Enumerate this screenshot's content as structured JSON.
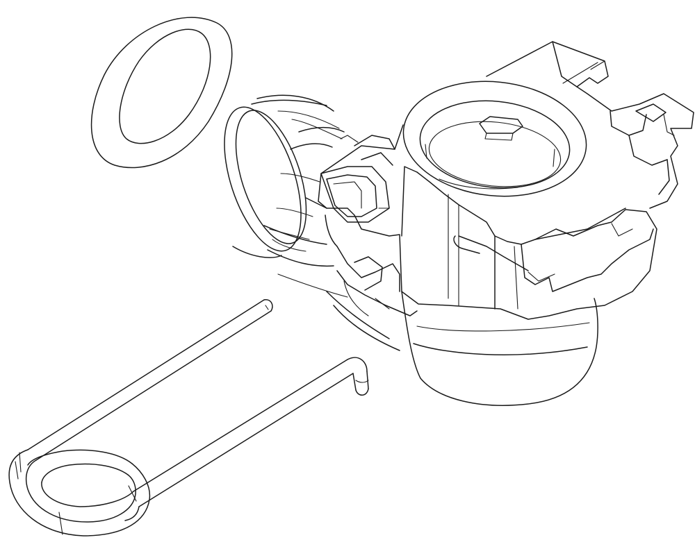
{
  "figure": {
    "kind": "exploded-view line drawing",
    "parts": [
      {
        "id": "o-ring",
        "label": ""
      },
      {
        "id": "valve-connector-body",
        "label": ""
      },
      {
        "id": "retaining-spring-clip",
        "label": ""
      }
    ],
    "colors": {
      "line": "#1a1a1a",
      "background": "#ffffff"
    }
  }
}
